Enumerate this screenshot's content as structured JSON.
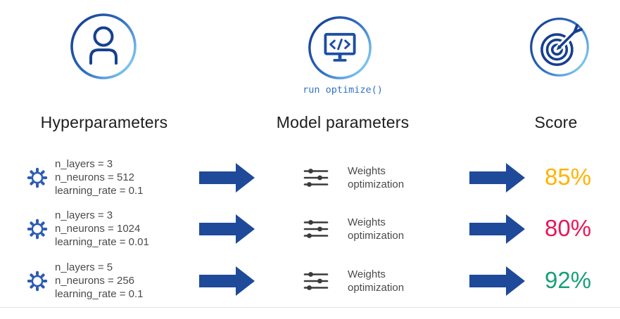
{
  "columns": {
    "hyperparameters": {
      "title": "Hyperparameters",
      "icon": "user-circle-icon"
    },
    "model": {
      "title": "Model parameters",
      "icon": "monitor-code-icon",
      "caption": "run optimize()"
    },
    "score": {
      "title": "Score",
      "icon": "target-dart-icon"
    }
  },
  "rows": [
    {
      "params": [
        "n_layers = 3",
        "n_neurons = 512",
        "learning_rate = 0.1"
      ],
      "process": "Weights optimization",
      "score": "85%",
      "score_color": "#FFB300"
    },
    {
      "params": [
        "n_layers = 3",
        "n_neurons = 1024",
        "learning_rate = 0.01"
      ],
      "process": "Weights optimization",
      "score": "80%",
      "score_color": "#E8175A"
    },
    {
      "params": [
        "n_layers = 5",
        "n_neurons = 256",
        "learning_rate = 0.1"
      ],
      "process": "Weights optimization",
      "score": "92%",
      "score_color": "#17A078"
    }
  ],
  "colors": {
    "arrow_blue": "#1F4A9A",
    "icon_navy": "#16418F",
    "gear_blue": "#2B5CB4",
    "circle_gradient_dark": "#153D8F",
    "circle_gradient_light": "#8AD4F6",
    "caption_blue": "#3273C5",
    "text_gray": "#4A4A4A",
    "slider_dark": "#3A3A3A"
  }
}
